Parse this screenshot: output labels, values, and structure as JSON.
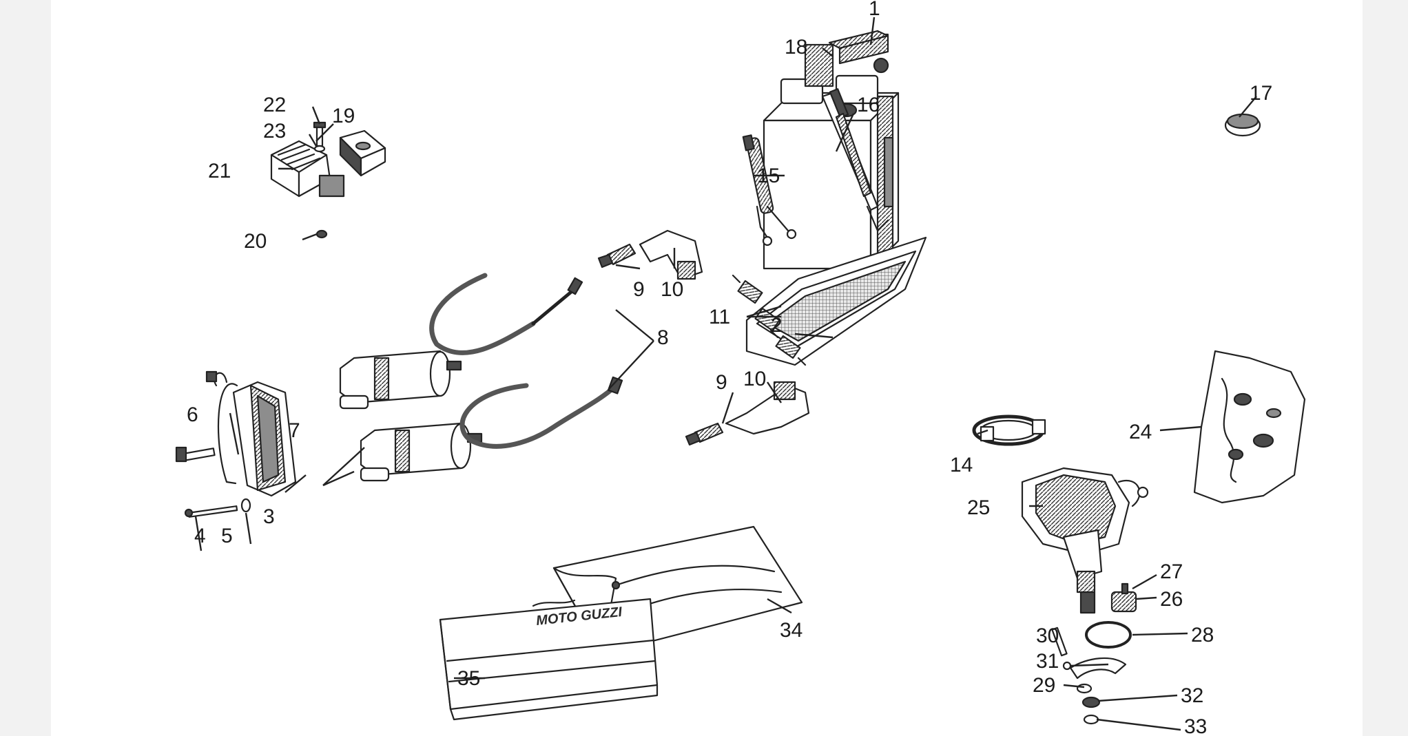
{
  "diagram": {
    "type": "exploded-parts-view",
    "callouts": [
      {
        "id": "c1",
        "label": "1"
      },
      {
        "id": "c2",
        "label": "2"
      },
      {
        "id": "c3",
        "label": "3"
      },
      {
        "id": "c4",
        "label": "4"
      },
      {
        "id": "c5",
        "label": "5"
      },
      {
        "id": "c6",
        "label": "6"
      },
      {
        "id": "c7",
        "label": "7"
      },
      {
        "id": "c8",
        "label": "8"
      },
      {
        "id": "c9a",
        "label": "9"
      },
      {
        "id": "c9b",
        "label": "9"
      },
      {
        "id": "c10a",
        "label": "10"
      },
      {
        "id": "c10b",
        "label": "10"
      },
      {
        "id": "c11",
        "label": "11"
      },
      {
        "id": "c14",
        "label": "14"
      },
      {
        "id": "c15",
        "label": "15"
      },
      {
        "id": "c16",
        "label": "16"
      },
      {
        "id": "c17",
        "label": "17"
      },
      {
        "id": "c18",
        "label": "18"
      },
      {
        "id": "c19",
        "label": "19"
      },
      {
        "id": "c20",
        "label": "20"
      },
      {
        "id": "c21",
        "label": "21"
      },
      {
        "id": "c22",
        "label": "22"
      },
      {
        "id": "c23",
        "label": "23"
      },
      {
        "id": "c24",
        "label": "24"
      },
      {
        "id": "c25",
        "label": "25"
      },
      {
        "id": "c26",
        "label": "26"
      },
      {
        "id": "c27",
        "label": "27"
      },
      {
        "id": "c28",
        "label": "28"
      },
      {
        "id": "c29",
        "label": "29"
      },
      {
        "id": "c30",
        "label": "30"
      },
      {
        "id": "c31",
        "label": "31"
      },
      {
        "id": "c32",
        "label": "32"
      },
      {
        "id": "c33",
        "label": "33"
      },
      {
        "id": "c34",
        "label": "34"
      },
      {
        "id": "c35",
        "label": "35"
      }
    ],
    "manual_cover_text": "MOTO GUZZI"
  }
}
